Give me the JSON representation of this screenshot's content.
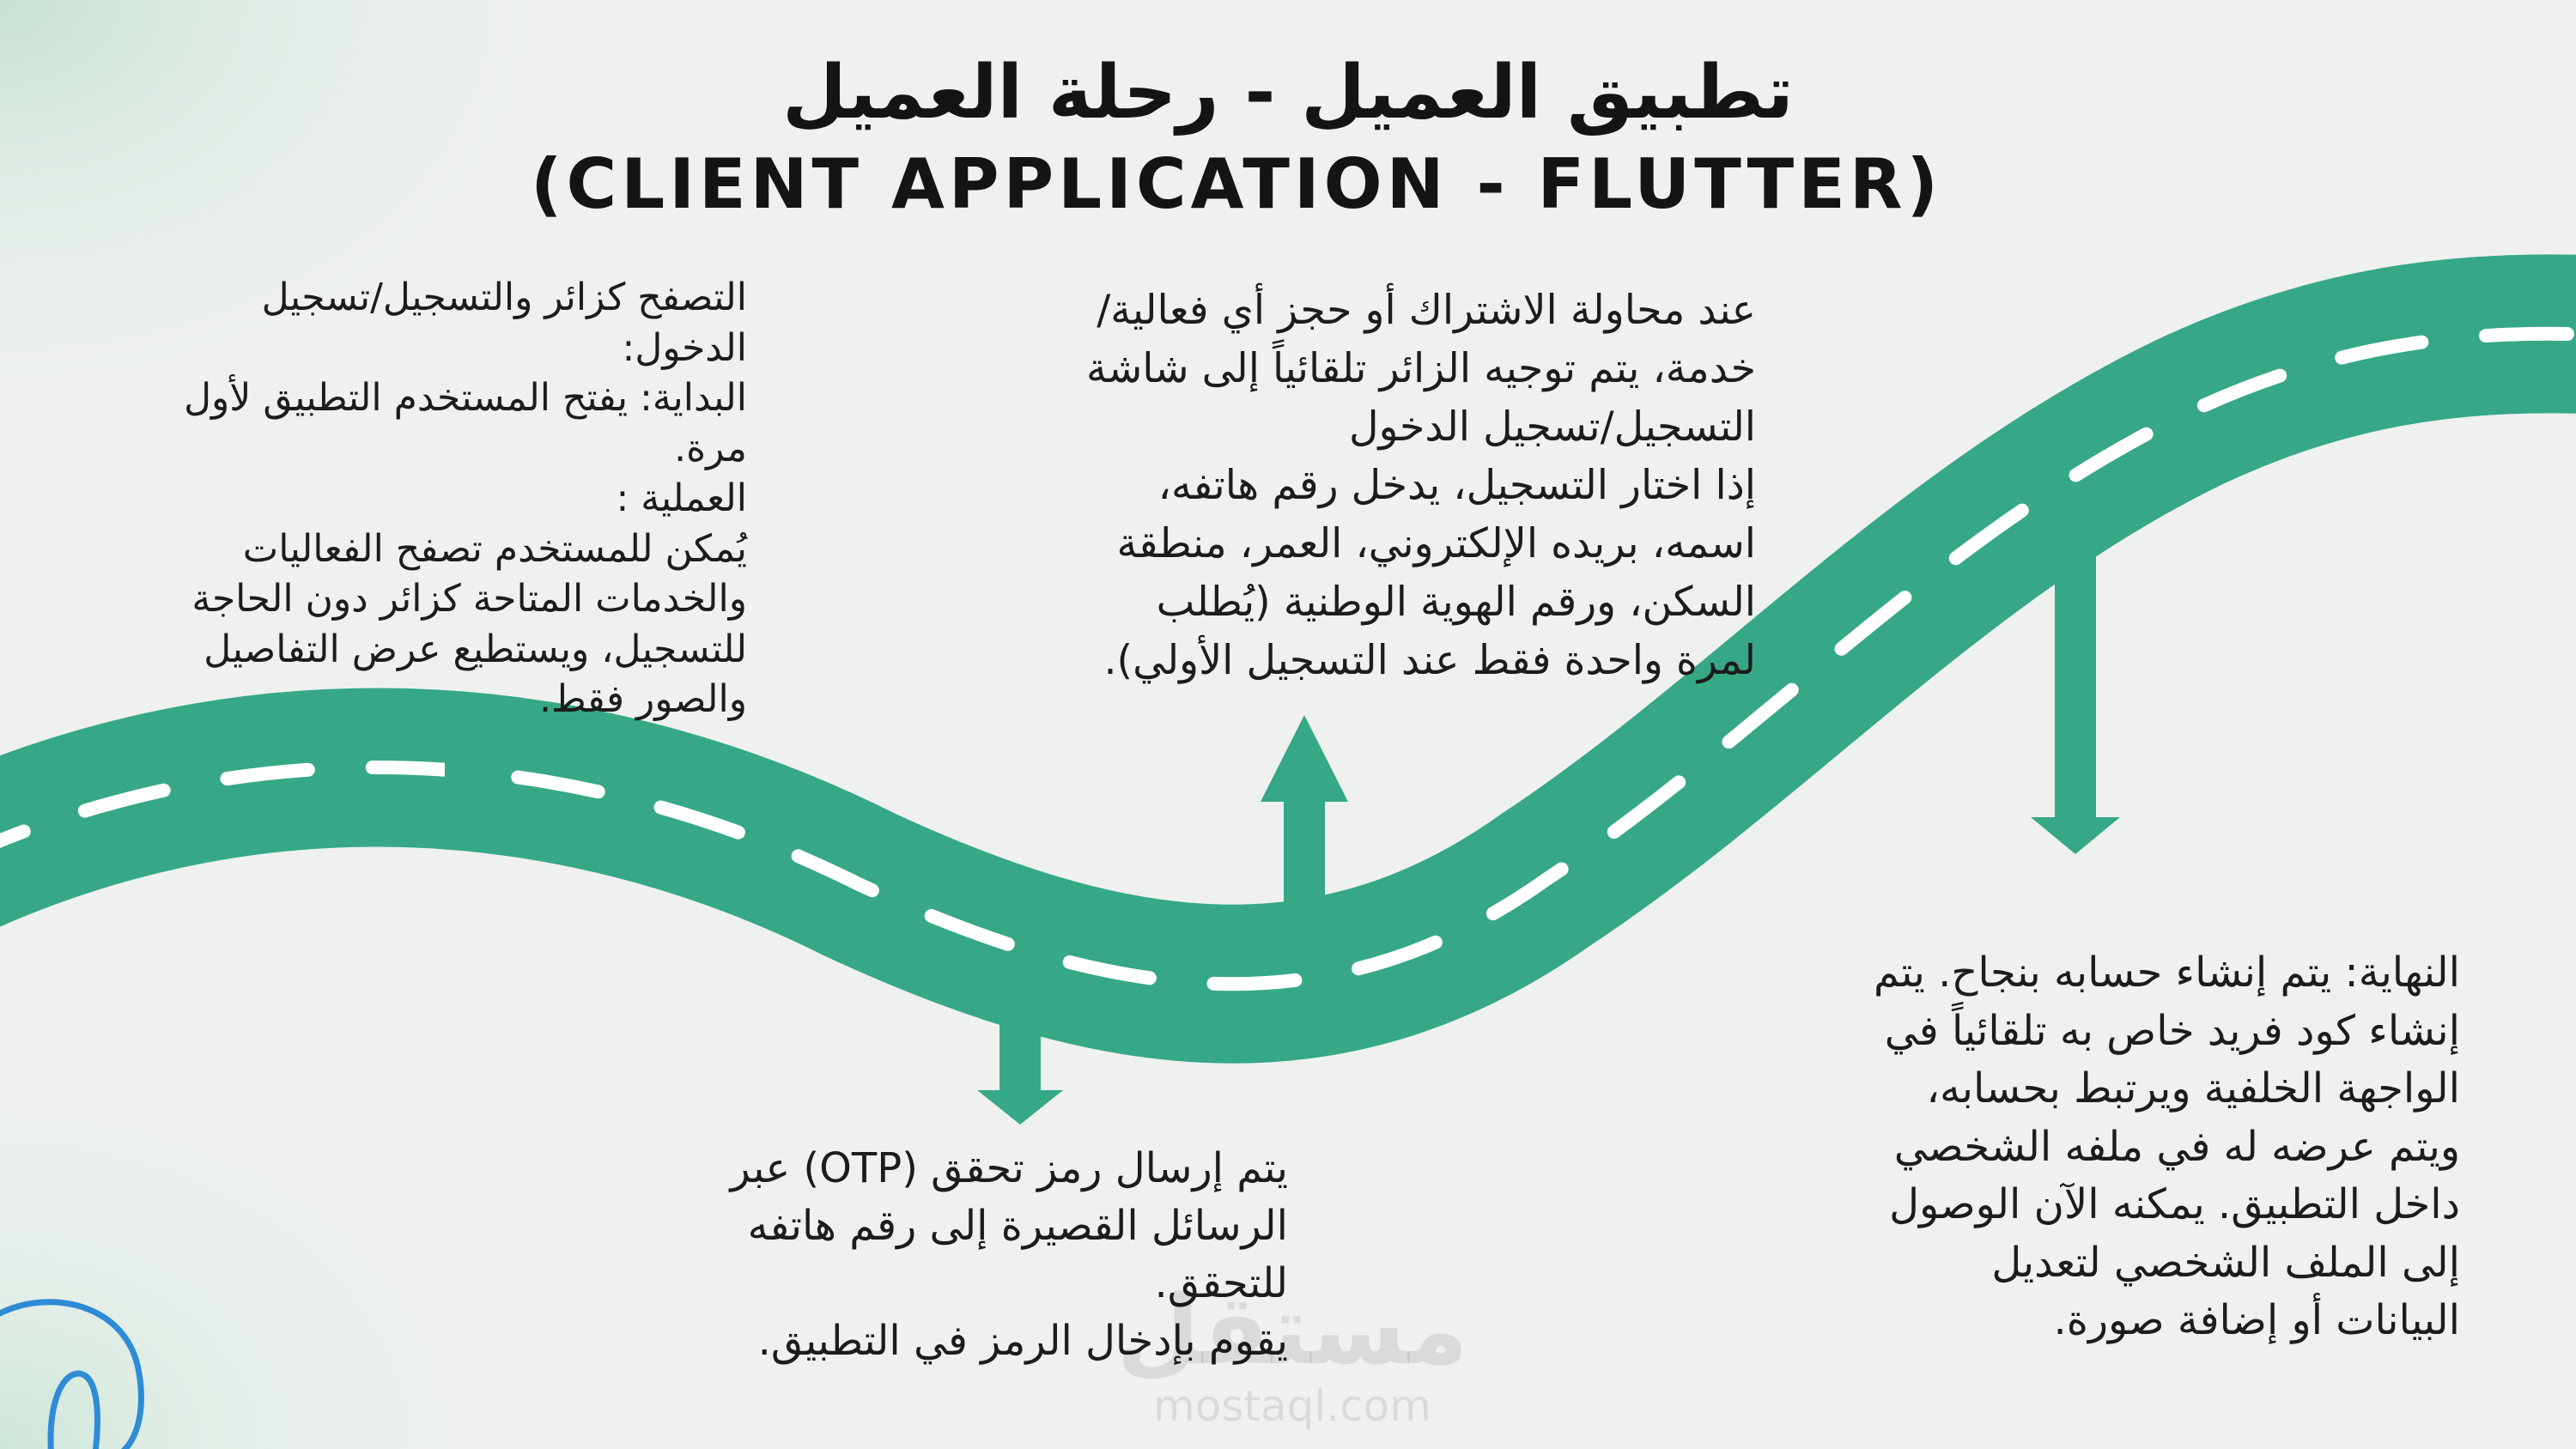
{
  "title": {
    "arabic": "تطبيق العميل - رحلة العميل",
    "english": "(CLIENT APPLICATION - FLUTTER)"
  },
  "steps": {
    "browse": {
      "lines": [
        "التصفح كزائر والتسجيل/تسجيل",
        "الدخول:",
        "البداية: يفتح المستخدم التطبيق لأول",
        "مرة.",
        "العملية :",
        "يُمكن للمستخدم تصفح الفعاليات",
        "والخدمات المتاحة كزائر دون الحاجة",
        "للتسجيل، ويستطيع عرض التفاصيل",
        "والصور فقط."
      ]
    },
    "booking": {
      "lines": [
        "عند محاولة الاشتراك أو حجز أي فعالية/",
        "خدمة، يتم توجيه الزائر تلقائياً إلى شاشة",
        "التسجيل/تسجيل الدخول",
        "إذا اختار التسجيل، يدخل رقم هاتفه،",
        "اسمه، بريده الإلكتروني، العمر، منطقة",
        "السكن، ورقم الهوية الوطنية (يُطلب",
        "لمرة واحدة فقط عند التسجيل الأولي)."
      ]
    },
    "otp": {
      "lines": [
        "يتم إرسال رمز تحقق (OTP) عبر",
        "الرسائل القصيرة إلى رقم هاتفه",
        "للتحقق.",
        "يقوم بإدخال الرمز في التطبيق."
      ]
    },
    "end": {
      "lines": [
        "النهاية: يتم إنشاء حسابه بنجاح. يتم",
        "إنشاء كود فريد خاص به تلقائياً في",
        "الواجهة الخلفية ويرتبط بحسابه،",
        "ويتم عرضه له في ملفه الشخصي",
        "داخل التطبيق. يمكنه الآن الوصول",
        "إلى الملف الشخصي لتعديل",
        "البيانات أو إضافة صورة."
      ]
    }
  },
  "watermark": {
    "logo": "مستقل",
    "url": "mostaql.com"
  },
  "colors": {
    "road": "#36a886",
    "road_dash": "#ffffff",
    "arrow": "#36a886",
    "text": "#1c1c1c",
    "accent_spiral": "#2e8bd6"
  },
  "icons": [
    "arrow-up-icon",
    "arrow-down-icon",
    "spiral-icon"
  ]
}
